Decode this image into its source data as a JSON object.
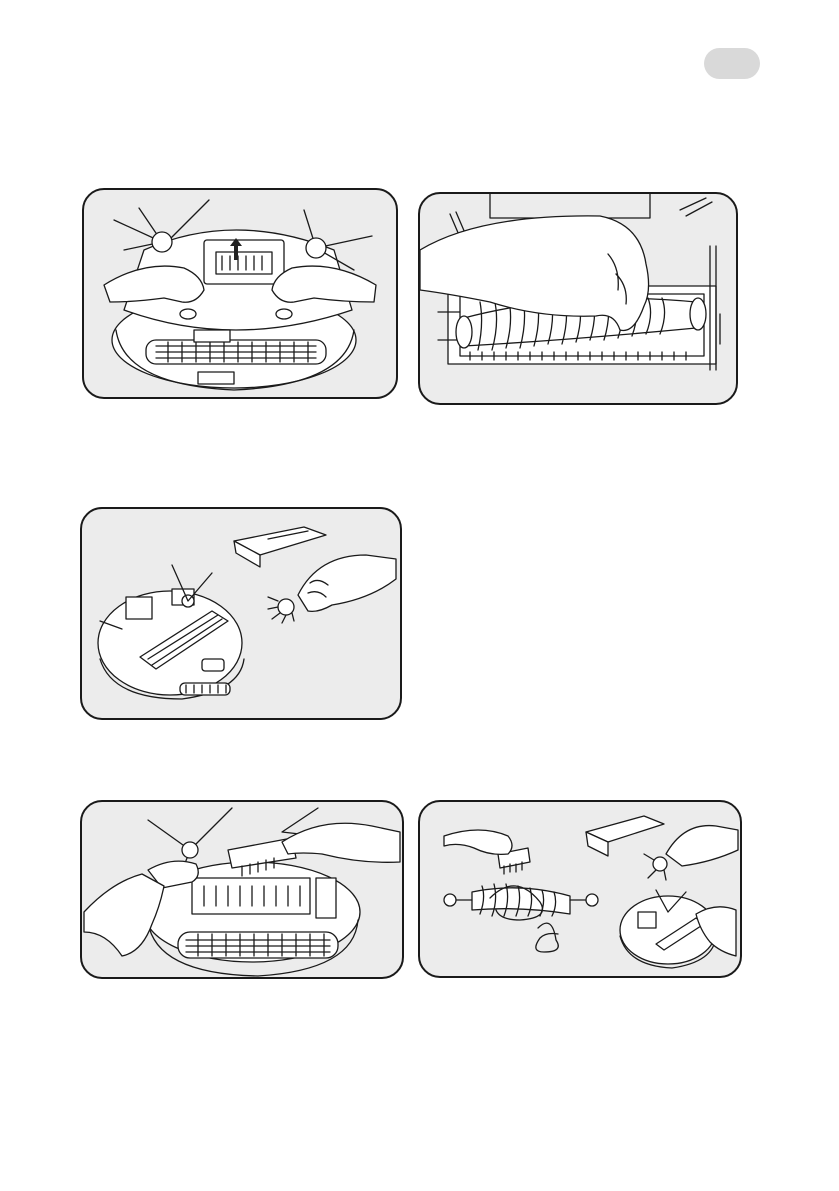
{
  "page": {
    "language_tab": {
      "label": "",
      "color": "#d9d9d9"
    },
    "panel_background": "#ececec",
    "line_color": "#1a1a1a"
  },
  "figures": [
    {
      "id": "fig-remove-brush-cover",
      "icon": "robot-underside-remove-cover-illustration"
    },
    {
      "id": "fig-remove-main-brush",
      "icon": "main-brush-removal-illustration"
    },
    {
      "id": "fig-clean-side-brush",
      "icon": "robot-and-side-brush-cleaning-illustration"
    },
    {
      "id": "fig-wipe-brush-chamber",
      "icon": "brush-chamber-wiping-illustration"
    },
    {
      "id": "fig-clean-parts-overview",
      "icon": "parts-cleaning-overview-illustration"
    }
  ]
}
